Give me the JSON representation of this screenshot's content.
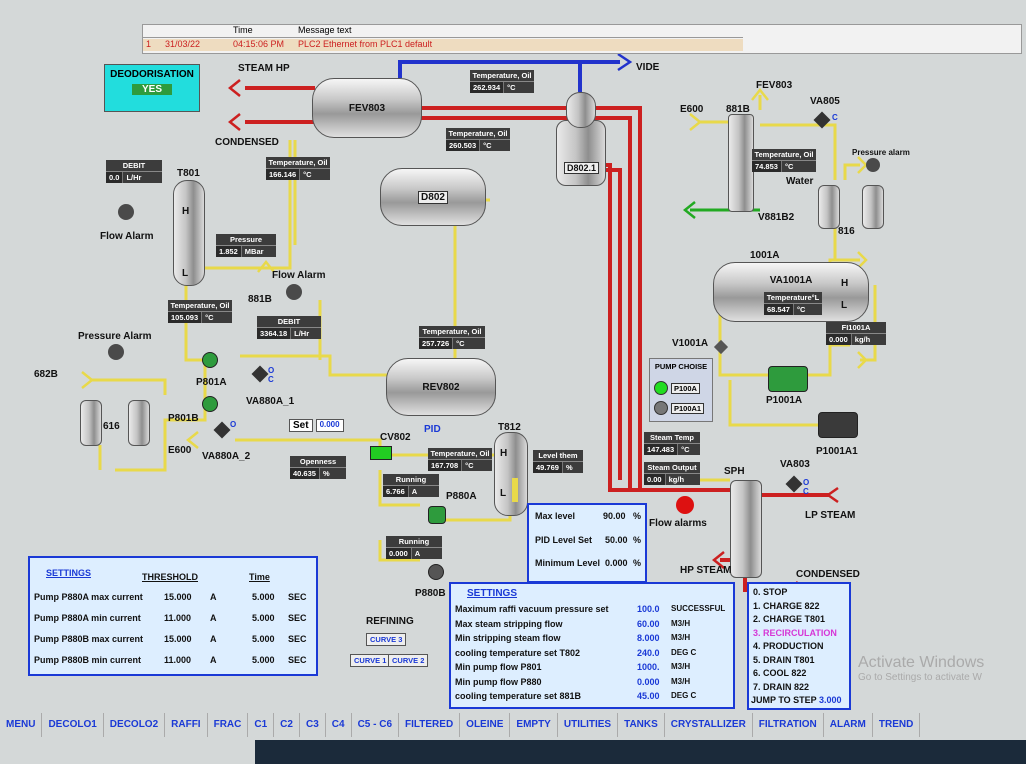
{
  "alarm_table": {
    "headers": [
      "Time",
      "Message text"
    ],
    "row": {
      "index": "1",
      "date": "31/03/22",
      "time": "04:15:06 PM",
      "message": "PLC2 Ethernet from PLC1 default"
    }
  },
  "deodorisation": {
    "label": "DEODORISATION",
    "value": "YES"
  },
  "labels": {
    "steam_hp": "STEAM HP",
    "vide": "VIDE",
    "condensed_top": "CONDENSED",
    "fev803_tank": "FEV803",
    "d802_1": "D802.1",
    "d802": "D802",
    "t801": "T801",
    "flow_alarm_1": "Flow Alarm",
    "flow_alarm_2": "Flow Alarm",
    "b881": "881B",
    "pressure_alarm_1": "Pressure Alarm",
    "b682": "682B",
    "p801a": "P801A",
    "p801b": "P801B",
    "va880a_1": "VA880A_1",
    "va880a_2": "VA880A_2",
    "e600_left": "E600",
    "tank616": "616",
    "rev802": "REV802",
    "pid": "PID",
    "cv802": "CV802",
    "t812": "T812",
    "p880a": "P880A",
    "p880b": "P880B",
    "e600_right": "E600",
    "b881_right": "881B",
    "fev803_right": "FEV803",
    "va805": "VA805",
    "pressure_alarm_2": "Pressure alarm",
    "water": "Water",
    "v881b2": "V881B2",
    "tank816": "816",
    "t1001a": "1001A",
    "va1001a": "VA1001A",
    "v1001a": "V1001A",
    "p1001a": "P1001A",
    "p1001a1": "P1001A1",
    "sph": "SPH",
    "va803": "VA803",
    "lp_steam": "LP STEAM",
    "flow_alarms": "Flow alarms",
    "hp_steam": "HP STEAM",
    "condensed_bottom": "CONDENSED",
    "refining": "REFINING",
    "h": "H",
    "l": "L",
    "o": "O",
    "c": "C"
  },
  "readouts": {
    "temp_oil_1": {
      "title": "Temperature, Oil",
      "value": "262.934",
      "unit": "°C"
    },
    "temp_oil_2": {
      "title": "Temperature, Oil",
      "value": "260.503",
      "unit": "°C"
    },
    "temp_oil_3": {
      "title": "Temperature, Oil",
      "value": "166.146",
      "unit": "°C"
    },
    "debit_1": {
      "title": "DEBIT",
      "value": "0.0",
      "unit": "L/Hr"
    },
    "pressure": {
      "title": "Pressure",
      "value": "1.852",
      "unit": "MBar"
    },
    "temp_oil_4": {
      "title": "Temperature, Oil",
      "value": "105.093",
      "unit": "°C"
    },
    "debit_2": {
      "title": "DEBIT",
      "value": "3364.18",
      "unit": "L/Hr"
    },
    "temp_oil_5": {
      "title": "Temperature, Oil",
      "value": "257.726",
      "unit": "°C"
    },
    "set": {
      "title": "Set",
      "value": "0.000"
    },
    "openness": {
      "title": "Openness",
      "value": "40.635",
      "unit": "%"
    },
    "temp_oil_6": {
      "title": "Temperature, Oil",
      "value": "167.708",
      "unit": "°C"
    },
    "level_them": {
      "title": "Level them",
      "value": "49.769",
      "unit": "%"
    },
    "running_1": {
      "title": "Running",
      "value": "6.766",
      "unit": "A"
    },
    "running_2": {
      "title": "Running",
      "value": "0.000",
      "unit": "A"
    },
    "temp_oil_7": {
      "title": "Temperature, Oil",
      "value": "74.853",
      "unit": "°C"
    },
    "temp_l": {
      "title": "Temperature°L",
      "value": "68.547",
      "unit": "°C"
    },
    "fi1001a": {
      "title": "FI1001A",
      "value": "0.000",
      "unit": "kg/h"
    },
    "steam_temp": {
      "title": "Steam Temp",
      "value": "147.483",
      "unit": "°C"
    },
    "steam_output": {
      "title": "Steam Output",
      "value": "0.00",
      "unit": "kg/h"
    }
  },
  "pump_choise": {
    "title": "PUMP CHOISE",
    "opt1": "P100A",
    "opt2": "P100A1"
  },
  "levels_panel": {
    "max_label": "Max level",
    "max_value": "90.00",
    "max_unit": "%",
    "pid_label": "PID Level Set",
    "pid_value": "50.00",
    "pid_unit": "%",
    "min_label": "Minimum Level",
    "min_value": "0.000",
    "min_unit": "%"
  },
  "settings_left": {
    "title": "SETTINGS",
    "threshold": "THRESHOLD",
    "time": "Time",
    "rows": [
      {
        "name": "Pump P880A max current",
        "value": "15.000",
        "unit": "A",
        "time": "5.000",
        "tunit": "SEC"
      },
      {
        "name": "Pump P880A min current",
        "value": "11.000",
        "unit": "A",
        "time": "5.000",
        "tunit": "SEC"
      },
      {
        "name": "Pump P880B max current",
        "value": "15.000",
        "unit": "A",
        "time": "5.000",
        "tunit": "SEC"
      },
      {
        "name": "Pump P880B min current",
        "value": "11.000",
        "unit": "A",
        "time": "5.000",
        "tunit": "SEC"
      }
    ]
  },
  "curves": {
    "c3": "CURVE 3",
    "c1": "CURVE 1",
    "c2": "CURVE 2"
  },
  "settings_mid": {
    "title": "SETTINGS",
    "rows": [
      {
        "name": "Maximum raffi vacuum pressure set",
        "value": "100.0",
        "unit": "SUCCESSFUL"
      },
      {
        "name": "Max steam stripping flow",
        "value": "60.00",
        "unit": "M3/H"
      },
      {
        "name": "Min stripping steam flow",
        "value": "8.000",
        "unit": "M3/H"
      },
      {
        "name": "cooling temperature set T802",
        "value": "240.0",
        "unit": "DEG C"
      },
      {
        "name": "Min pump flow P801",
        "value": "1000.",
        "unit": "M3/H"
      },
      {
        "name": "Min pump flow P880",
        "value": "0.000",
        "unit": "M3/H"
      },
      {
        "name": "cooling temperature set 881B",
        "value": "45.00",
        "unit": "DEG C"
      }
    ]
  },
  "steps": {
    "items": [
      "0. STOP",
      "1. CHARGE 822",
      "2. CHARGE  T801",
      "3. RECIRCULATION",
      "4. PRODUCTION",
      "5. DRAIN T801",
      "6. COOL 822",
      "7. DRAIN 822"
    ],
    "jump_label": "JUMP TO STEP",
    "jump_value": "3.000"
  },
  "watermark": {
    "line1": "Activate Windows",
    "line2": "Go to Settings to activate W"
  },
  "nav": [
    "MENU",
    "DECOLO1",
    "DECOLO2",
    "RAFFI",
    "FRAC",
    "C1",
    "C2",
    "C3",
    "C4",
    "C5 - C6",
    "FILTERED",
    "OLEINE",
    "EMPTY",
    "UTILITIES",
    "TANKS",
    "CRYSTALLIZER",
    "FILTRATION",
    "ALARM",
    "TREND"
  ],
  "colors": {
    "pipe_yellow": "#e8d94a",
    "pipe_red": "#cc2020",
    "pipe_blue": "#2233cc",
    "panel_border": "#1a39d6",
    "accent_green": "#2e9b3d"
  }
}
